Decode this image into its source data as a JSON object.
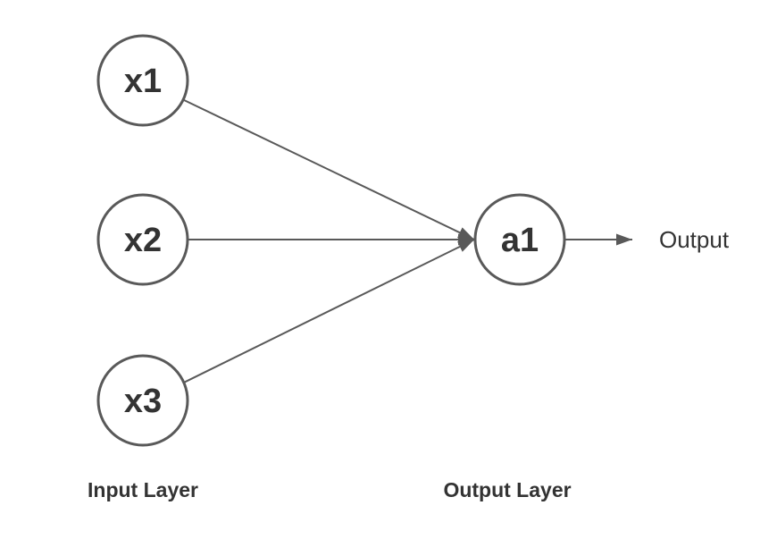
{
  "diagram": {
    "type": "neural-network",
    "nodes": [
      {
        "id": "x1",
        "label": "x1",
        "layer": "input"
      },
      {
        "id": "x2",
        "label": "x2",
        "layer": "input"
      },
      {
        "id": "x3",
        "label": "x3",
        "layer": "input"
      },
      {
        "id": "a1",
        "label": "a1",
        "layer": "output"
      }
    ],
    "edges": [
      {
        "from": "x1",
        "to": "a1"
      },
      {
        "from": "x2",
        "to": "a1"
      },
      {
        "from": "x3",
        "to": "a1"
      },
      {
        "from": "a1",
        "to": "Output"
      }
    ],
    "labels": {
      "input_layer": "Input Layer",
      "output_layer": "Output Layer",
      "output": "Output"
    },
    "colors": {
      "node_stroke": "#595959",
      "node_fill": "#ffffff",
      "edge": "#595959",
      "text": "#333333",
      "background": "#ffffff"
    }
  }
}
